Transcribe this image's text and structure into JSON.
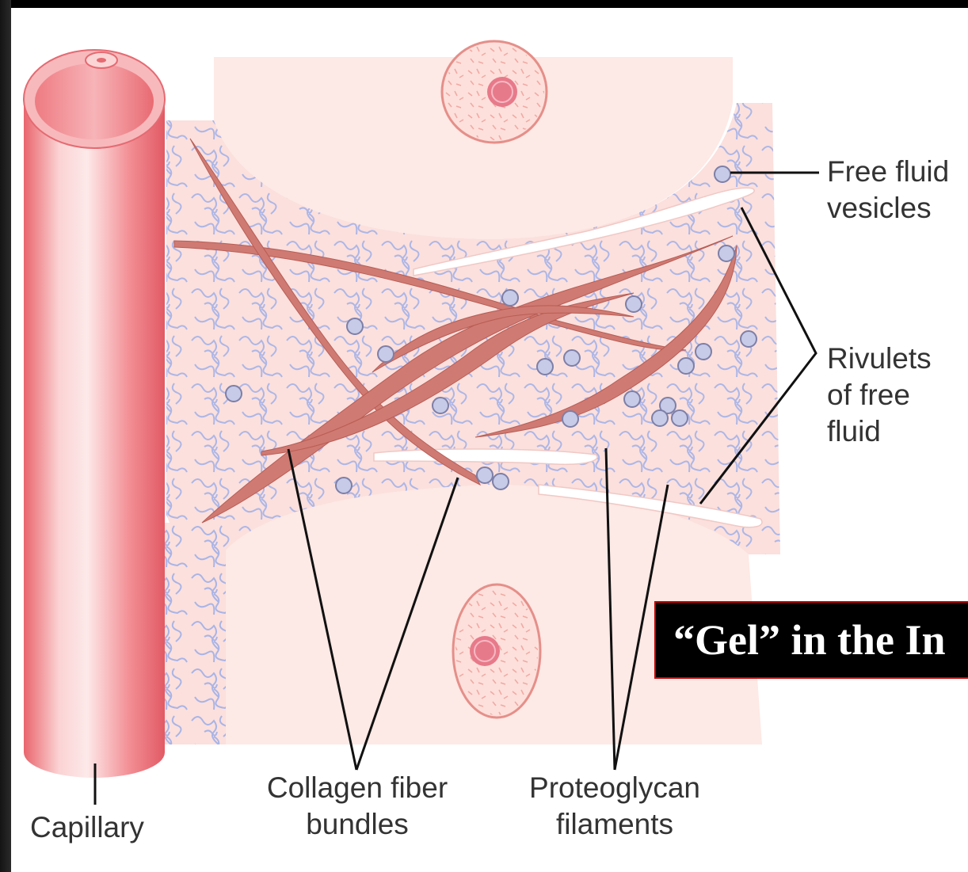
{
  "labels": {
    "free_fluid_vesicles": [
      "Free fluid",
      "vesicles"
    ],
    "rivulets": [
      "Rivulets",
      "of free",
      "fluid"
    ],
    "collagen": [
      "Collagen fiber",
      "bundles"
    ],
    "proteoglycan": [
      "Proteoglycan",
      "filaments"
    ],
    "capillary": "Capillary"
  },
  "title": "“Gel” in the In",
  "colors": {
    "capillary": "#ef7f86",
    "matrix": "#fbe0dd",
    "collagen": "#cf7a72",
    "filament": "#a9b4e6",
    "title_bg": "#000000",
    "title_border": "#c40000"
  }
}
